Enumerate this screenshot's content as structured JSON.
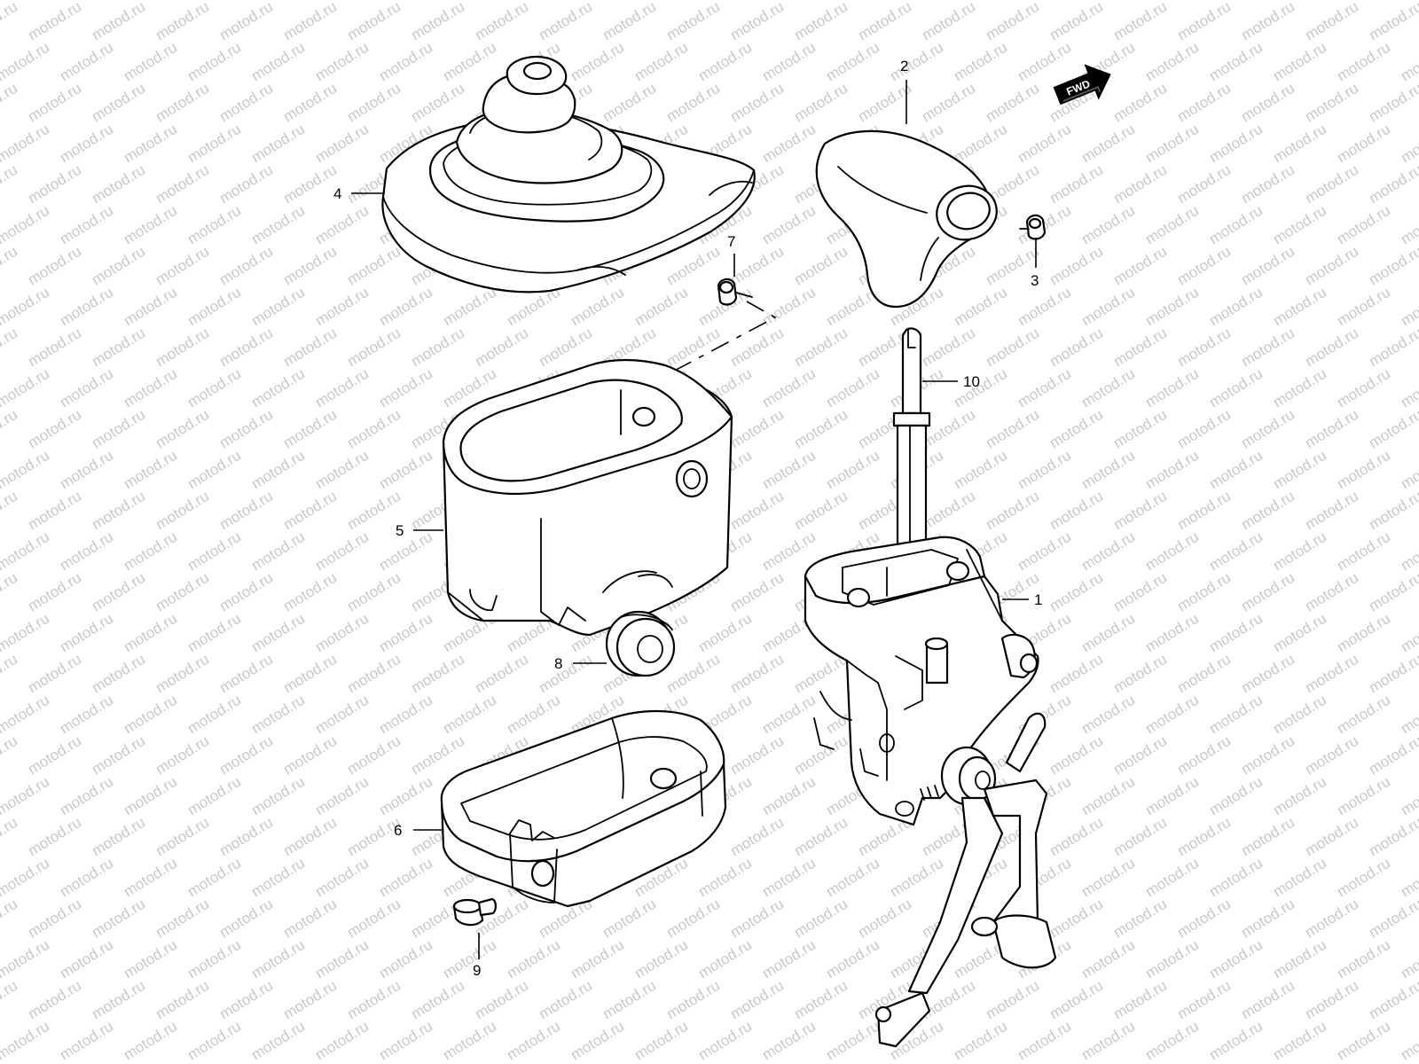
{
  "watermark": "motod.ru",
  "direction_badge": {
    "label": "FWD",
    "icon": "arrow-forward-icon"
  },
  "callouts": [
    {
      "id": "1",
      "part": "shift-lever-assembly"
    },
    {
      "id": "2",
      "part": "shift-knob"
    },
    {
      "id": "3",
      "part": "knob-button-screw"
    },
    {
      "id": "4",
      "part": "shift-boot"
    },
    {
      "id": "5",
      "part": "boot-cover"
    },
    {
      "id": "6",
      "part": "lower-base-cover"
    },
    {
      "id": "7",
      "part": "screw"
    },
    {
      "id": "8",
      "part": "grommet"
    },
    {
      "id": "9",
      "part": "bolt"
    },
    {
      "id": "10",
      "part": "shift-rod"
    }
  ]
}
